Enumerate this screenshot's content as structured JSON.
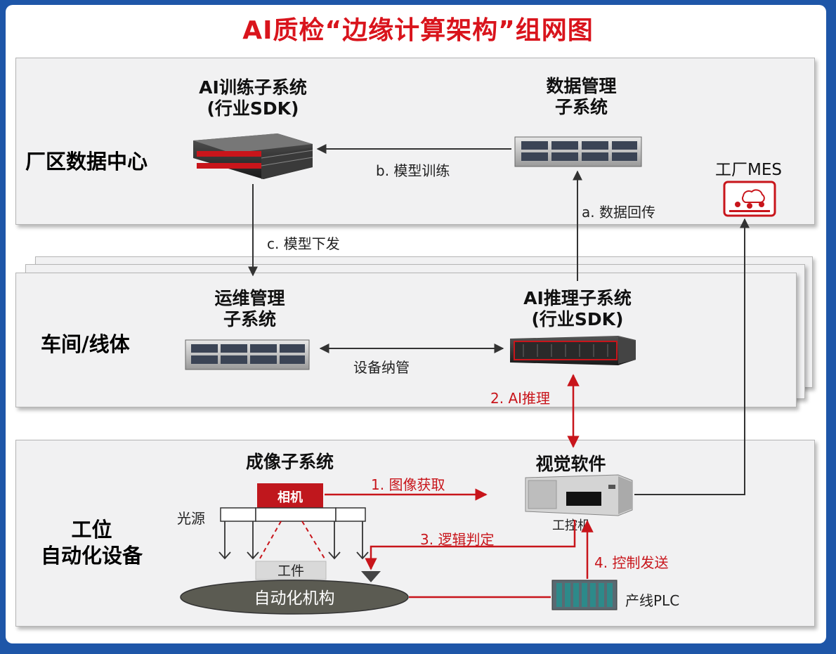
{
  "title": "AI质检“边缘计算架构”组网图",
  "zones": {
    "datacenter": "厂区数据中心",
    "workshop": "车间/线体",
    "station_line1": "工位",
    "station_line2": "自动化设备"
  },
  "nodes": {
    "train_line1": "AI训练子系统",
    "train_line2": "(行业SDK)",
    "data_line1": "数据管理",
    "data_line2": "子系统",
    "mes": "工厂MES",
    "ops_line1": "运维管理",
    "ops_line2": "子系统",
    "infer_line1": "AI推理子系统",
    "infer_line2": "(行业SDK)",
    "vision": "视觉软件",
    "ipc": "工控机",
    "imaging": "成像子系统",
    "camera": "相机",
    "light": "光源",
    "workpiece": "工件",
    "automation": "自动化机构",
    "plc": "产线PLC"
  },
  "edges": {
    "model_train": "b. 模型训练",
    "data_return": "a. 数据回传",
    "model_deploy": "c. 模型下发",
    "device_mgmt": "设备纳管",
    "ai_infer": "2. AI推理",
    "image_acq": "1. 图像获取",
    "logic_judge": "3. 逻辑判定",
    "control_send": "4. 控制发送"
  },
  "colors": {
    "accent_red": "#c8151b",
    "frame_blue": "#1e56a8",
    "panel_bg": "#f1f1f2"
  }
}
